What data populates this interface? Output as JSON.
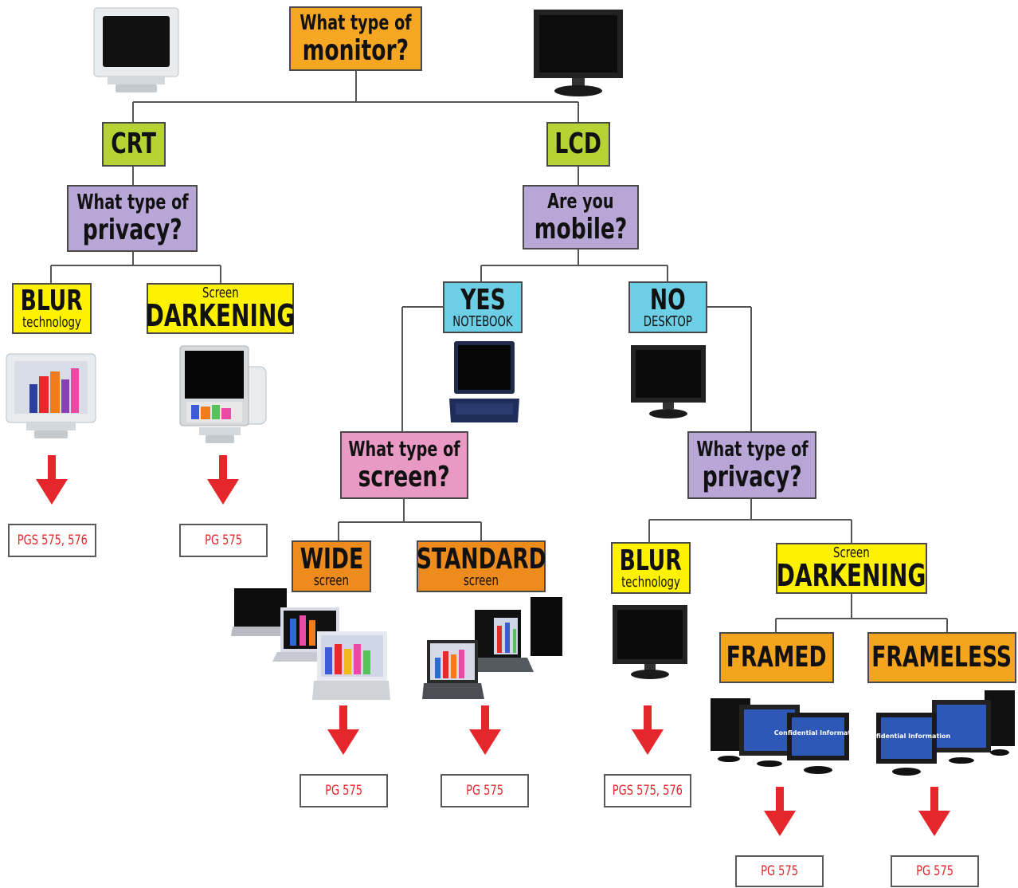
{
  "root": {
    "line1": "What type of",
    "line2": "monitor?"
  },
  "crt": {
    "label": "CRT"
  },
  "lcd": {
    "label": "LCD"
  },
  "crt_privacy": {
    "line1": "What type of",
    "line2": "privacy?"
  },
  "mobile": {
    "line1": "Are you",
    "line2": "mobile?"
  },
  "crt_blur": {
    "big": "BLUR",
    "small": "technology",
    "page": "PGS 575, 576"
  },
  "crt_darkening": {
    "small": "Screen",
    "big": "DARKENING",
    "page": "PG 575"
  },
  "yes": {
    "big": "YES",
    "small": "NOTEBOOK"
  },
  "no": {
    "big": "NO",
    "small": "DESKTOP"
  },
  "screen_q": {
    "line1": "What type of",
    "line2": "screen?"
  },
  "lcd_privacy": {
    "line1": "What type of",
    "line2": "privacy?"
  },
  "wide": {
    "big": "WIDE",
    "small": "screen",
    "page": "PG 575"
  },
  "standard": {
    "big": "STANDARD",
    "small": "screen",
    "page": "PG 575"
  },
  "lcd_blur": {
    "big": "BLUR",
    "small": "technology",
    "page": "PGS 575, 576"
  },
  "lcd_darkening": {
    "small": "Screen",
    "big": "DARKENING"
  },
  "framed": {
    "label": "FRAMED",
    "page": "PG 575"
  },
  "frameless": {
    "label": "FRAMELESS",
    "page": "PG 575"
  },
  "monitor_text": "Confidential Information",
  "colors": {
    "arrow": "#e5262a",
    "line": "#555555",
    "screen": "#111111"
  }
}
